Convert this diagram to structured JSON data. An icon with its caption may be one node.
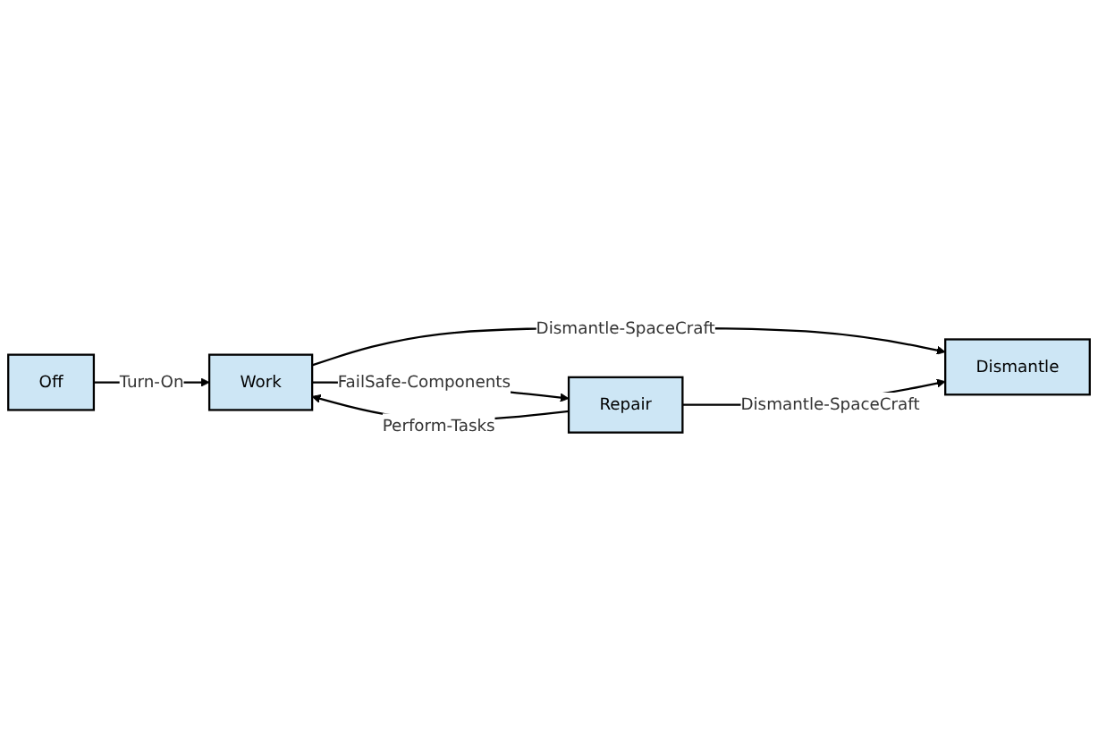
{
  "diagram": {
    "nodes": [
      {
        "text": [
          "Off"
        ]
      },
      {
        "text": [
          "Work"
        ]
      },
      {
        "text": [
          "Repair"
        ]
      },
      {
        "text": [
          "Dismantle"
        ]
      }
    ],
    "edges": [
      {
        "from": 0,
        "to": 1,
        "arrow": "to",
        "label": "Turn-On"
      },
      {
        "from": 1,
        "to": 2,
        "arrow": "to",
        "label": "FailSafe-Components"
      },
      {
        "from": 2,
        "to": 1,
        "arrow": "to",
        "label": "Perform-Tasks"
      },
      {
        "from": 1,
        "to": 3,
        "arrow": "to",
        "label": "Dismantle-SpaceCraft"
      },
      {
        "from": 2,
        "to": 3,
        "arrow": "to",
        "label": "Dismantle-SpaceCraft"
      }
    ]
  }
}
